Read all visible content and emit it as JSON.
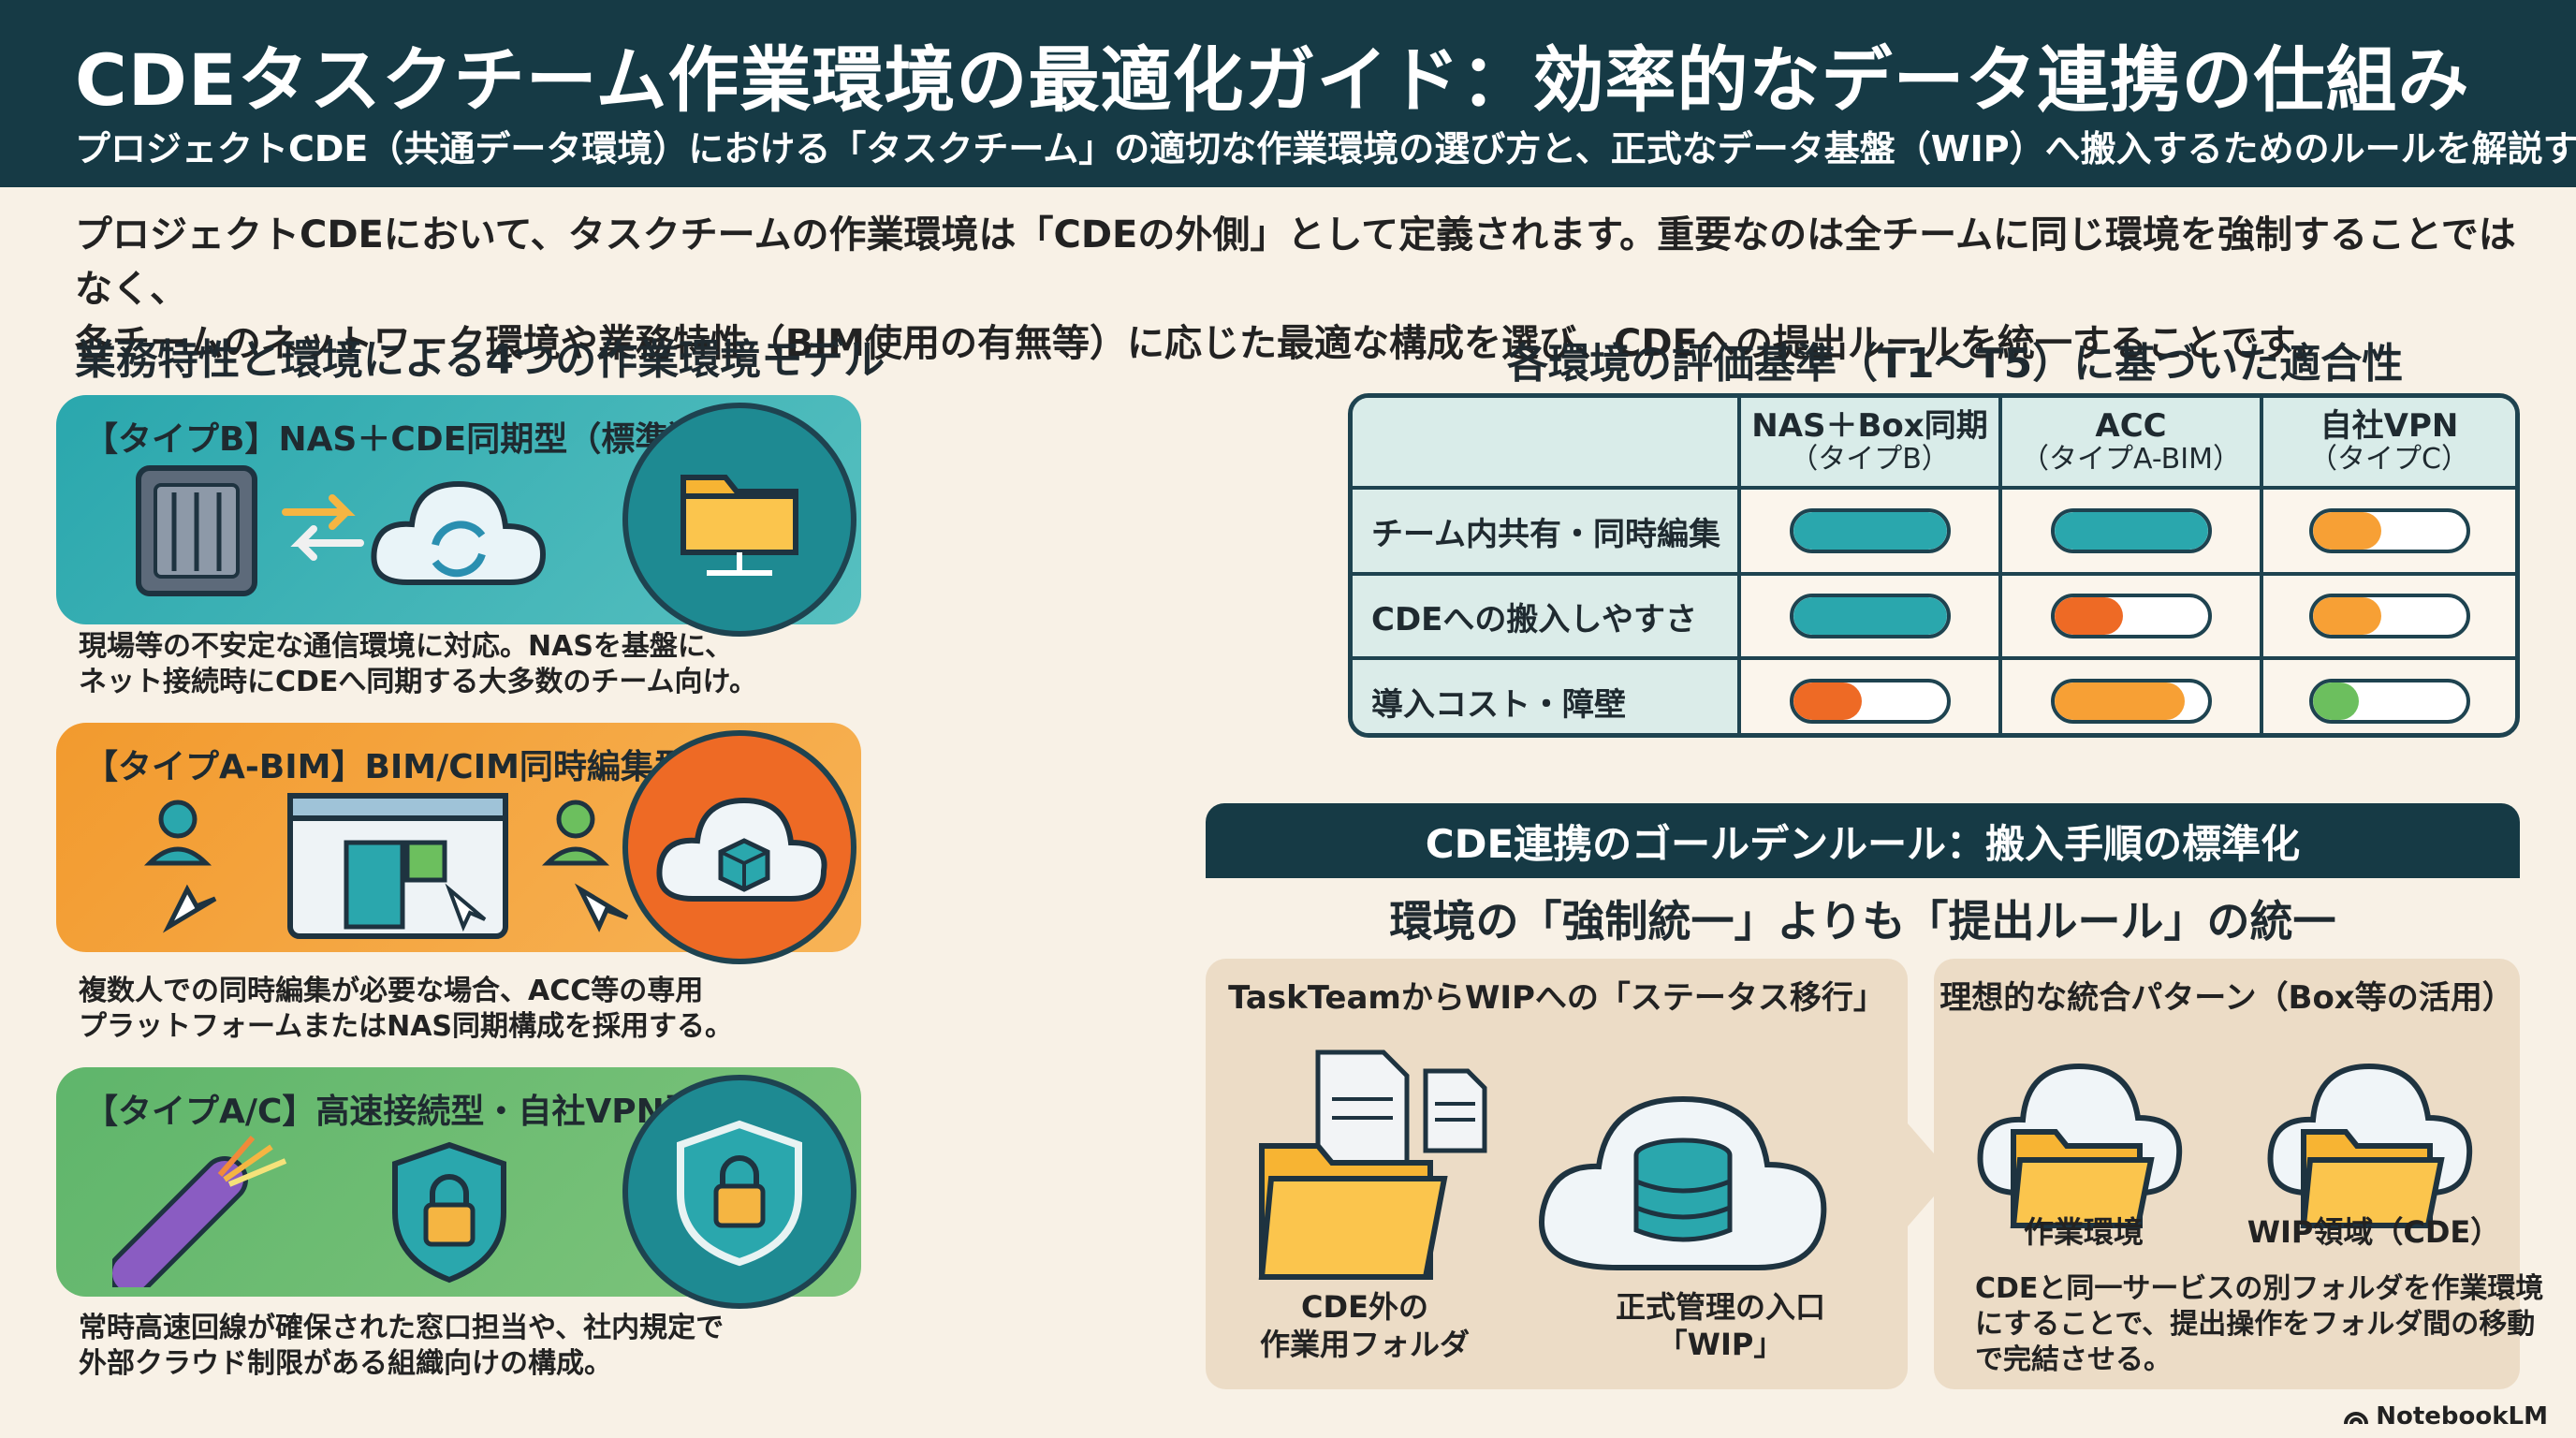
{
  "header": {
    "title": "CDEタスクチーム作業環境の最適化ガイド：効率的なデータ連携の仕組み",
    "subtitle": "プロジェクトCDE（共通データ環境）における「タスクチーム」の適切な作業環境の選び方と、正式なデータ基盤（WIP）へ搬入するためのルールを解説する。"
  },
  "intro": {
    "line1": "プロジェクトCDEにおいて、タスクチームの作業環境は「CDEの外側」として定義されます。重要なのは全チームに同じ環境を強制することではなく、",
    "line2": "各チームのネットワーク環境や業務特性（BIM使用の有無等）に応じた最適な構成を選び、CDEへの提出ルールを統一することです。"
  },
  "models": {
    "heading": "業務特性と環境による4つの作業環境モデル",
    "items": [
      {
        "label": "【タイプB】NAS＋CDE同期型（標準）",
        "desc1": "現場等の不安定な通信環境に対応。NASを基盤に、",
        "desc2": "ネット接続時にCDEへ同期する大多数のチーム向け。"
      },
      {
        "label": "【タイプA-BIM】BIM/CIM同時編集型",
        "desc1": "複数人での同時編集が必要な場合、ACC等の専用",
        "desc2": "プラットフォームまたはNAS同期構成を採用する。"
      },
      {
        "label": "【タイプA/C】高速接続型・自社VPN型",
        "desc1": "常時高速回線が確保された窓口担当や、社内規定で",
        "desc2": "外部クラウド制限がある組織向けの構成。"
      }
    ]
  },
  "evaluation": {
    "heading": "各環境の評価基準（T1〜T5）に基づいた適合性",
    "columns": [
      {
        "name": "NAS＋Box同期",
        "sub": "（タイプB）"
      },
      {
        "name": "ACC",
        "sub": "（タイプA-BIM）"
      },
      {
        "name": "自社VPN",
        "sub": "（タイプC）"
      }
    ],
    "rows": [
      {
        "label": "チーム内共有・同時編集",
        "levels": [
          1.0,
          1.0,
          0.45
        ],
        "colors": [
          "#2aa7ad",
          "#2aa7ad",
          "#f7a035"
        ]
      },
      {
        "label": "CDEへの搬入しやすさ",
        "levels": [
          1.0,
          0.45,
          0.45
        ],
        "colors": [
          "#2aa7ad",
          "#ee6a25",
          "#f7a035"
        ]
      },
      {
        "label": "導入コスト・障壁",
        "levels": [
          0.45,
          0.85,
          0.3
        ],
        "colors": [
          "#ee6a25",
          "#f7a035",
          "#6cbf5e"
        ]
      }
    ]
  },
  "golden_rule": {
    "band": "CDE連携のゴールデンルール：搬入手順の標準化",
    "subheading": "環境の「強制統一」よりも「提出ルール」の統一",
    "left_panel": {
      "title": "TaskTeamからWIPへの「ステータス移行」",
      "folder_label1": "CDE外の",
      "folder_label2": "作業用フォルダ",
      "wip_label1": "正式管理の入口",
      "wip_label2": "「WIP」"
    },
    "right_panel": {
      "title": "理想的な統合パターン（Box等の活用）",
      "work_label": "作業環境",
      "wip_label": "WIP領域（CDE）",
      "desc1": "CDEと同一サービスの別フォルダを作業環境",
      "desc2": "にすることで、提出操作をフォルダ間の移動",
      "desc3": "で完結させる。"
    }
  },
  "footer": {
    "brand": "NotebookLM"
  },
  "colors": {
    "header_bg": "#163a45",
    "teal": "#2aa7ad",
    "orange": "#f29a2e",
    "green": "#5fb56b",
    "cream": "#f8f1e6"
  }
}
